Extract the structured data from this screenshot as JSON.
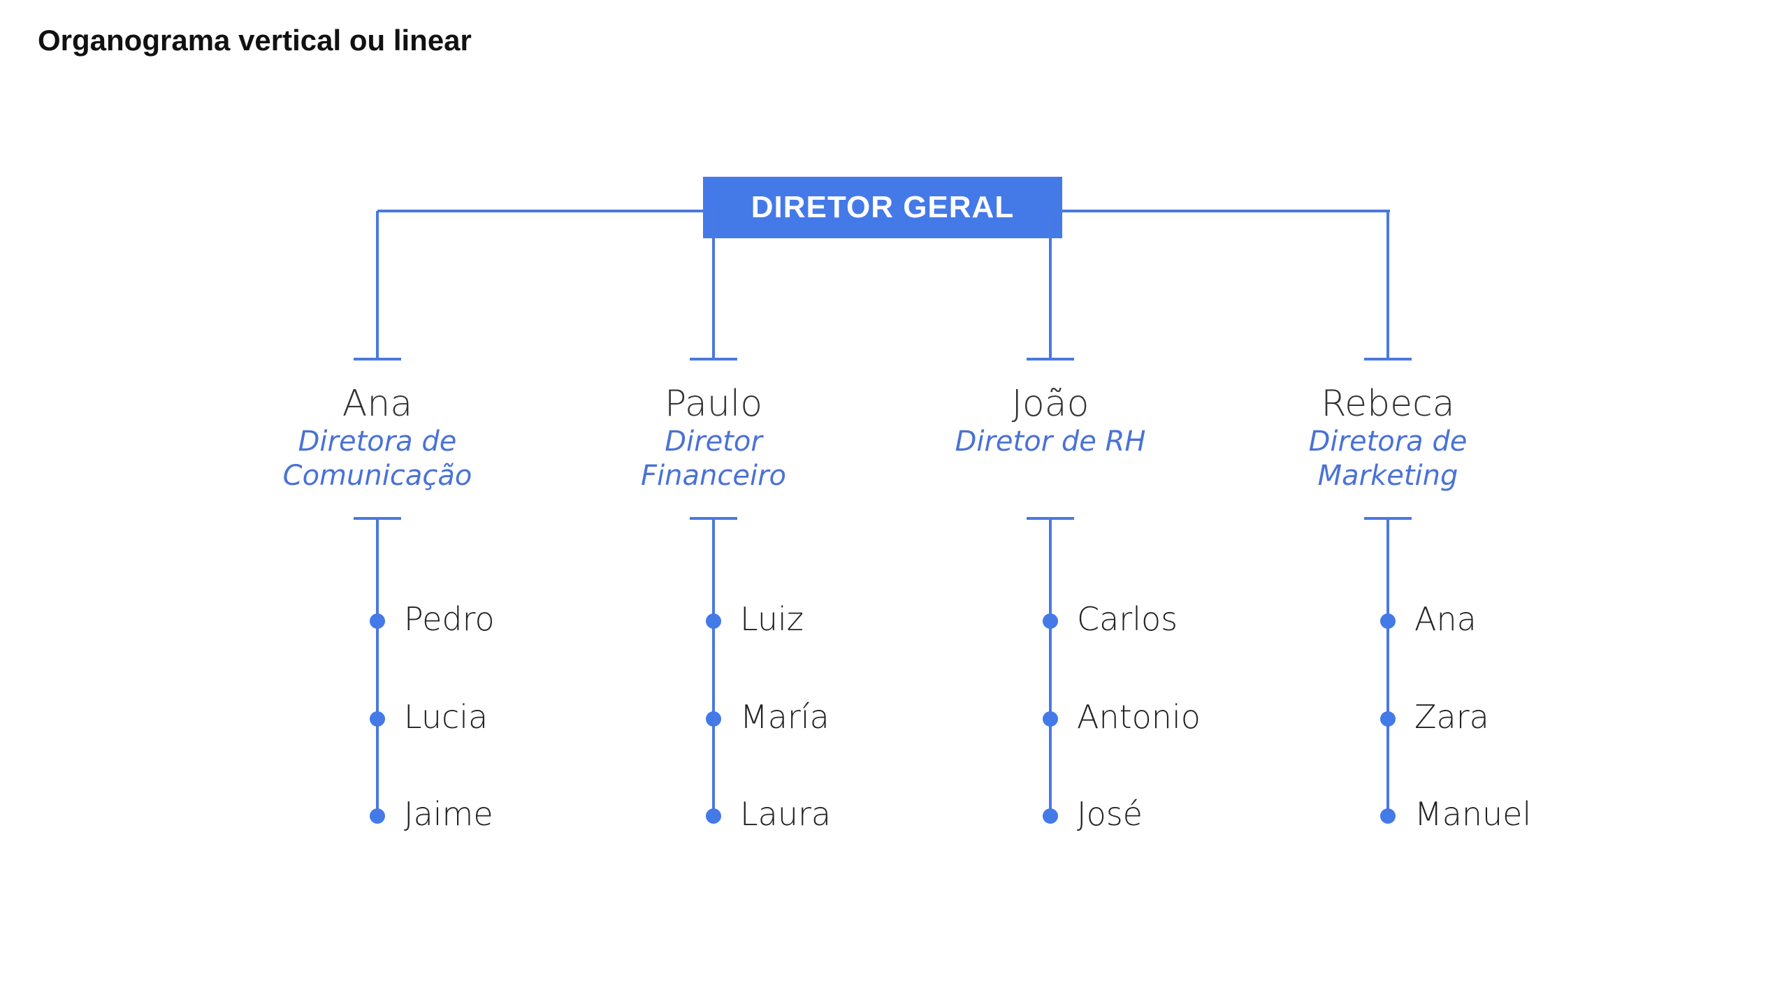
{
  "title": "Organograma vertical ou linear",
  "root": {
    "label": "DIRETOR GERAL"
  },
  "colors": {
    "accent": "#4479e8",
    "role_text": "#4a72d6"
  },
  "departments": [
    {
      "name": "Ana",
      "role": "Diretora de Comunicação",
      "members": [
        "Pedro",
        "Lucia",
        "Jaime"
      ]
    },
    {
      "name": "Paulo",
      "role": "Diretor Financeiro",
      "members": [
        "Luiz",
        "María",
        "Laura"
      ]
    },
    {
      "name": "João",
      "role": "Diretor de RH",
      "members": [
        "Carlos",
        "Antonio",
        "José"
      ]
    },
    {
      "name": "Rebeca",
      "role": "Diretora de Marketing",
      "members": [
        "Ana",
        "Zara",
        "Manuel"
      ]
    }
  ]
}
